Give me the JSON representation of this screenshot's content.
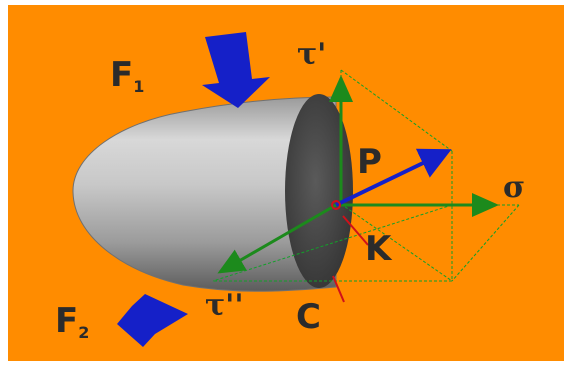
{
  "labels": {
    "f1": {
      "letter": "F",
      "sub": "1"
    },
    "f2": {
      "letter": "F",
      "sub": "2"
    },
    "tau_prime": "τ'",
    "tau_double_prime": "τ''",
    "p": "P",
    "sigma": "σ",
    "k": "K",
    "c": "C"
  },
  "colors": {
    "background": "#ff8c00",
    "force_arrow": "#1520c8",
    "vector_green": "#1c8a1c",
    "frame_green": "#12a02a",
    "section_red": "#d0101a",
    "body_gray": "#a8a8a8",
    "section_face": "#454545"
  },
  "icons": {
    "force_arrows": "block-arrow",
    "vector_arrows": "arrow"
  }
}
